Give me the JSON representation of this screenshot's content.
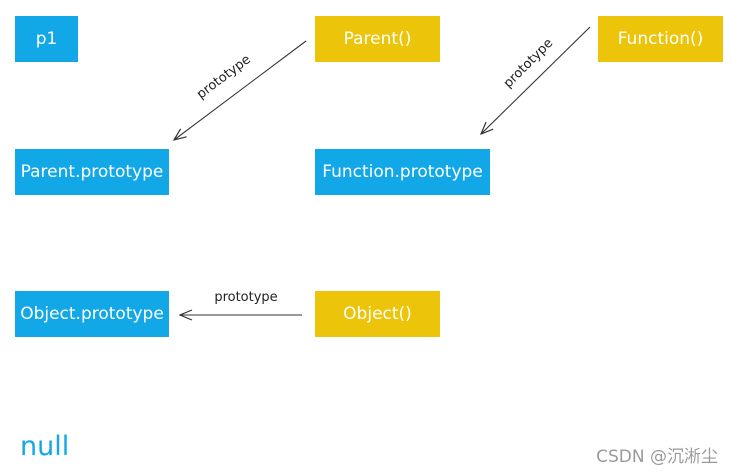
{
  "colors": {
    "blue": "#12a8e8",
    "yellow": "#ecc50a",
    "arrow": "#333333"
  },
  "nodes": {
    "p1": "p1",
    "parent_fn": "Parent()",
    "function_fn": "Function()",
    "parent_prototype": "Parent.prototype",
    "function_prototype": "Function.prototype",
    "object_prototype": "Object.prototype",
    "object_fn": "Object()"
  },
  "edges": [
    {
      "from": "Parent()",
      "to": "Parent.prototype",
      "label": "prototype"
    },
    {
      "from": "Function()",
      "to": "Function.prototype",
      "label": "prototype"
    },
    {
      "from": "Object()",
      "to": "Object.prototype",
      "label": "prototype"
    }
  ],
  "null_label": "null",
  "watermark": "CSDN @沉淅尘"
}
